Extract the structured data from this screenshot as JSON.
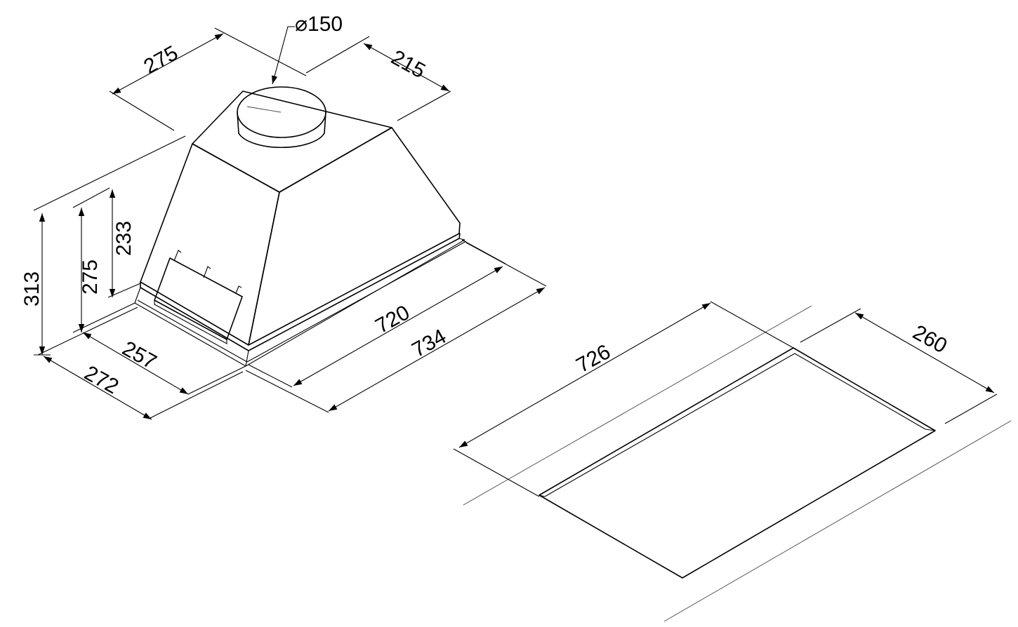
{
  "dimensions": {
    "duct_diameter": "⌀150",
    "top_length": "275",
    "top_depth": "215",
    "height_overall": "313",
    "height_body": "275",
    "height_front": "233",
    "depth_inner": "257",
    "depth_outer": "272",
    "width_inner": "720",
    "width_outer": "734",
    "cutout_width": "726",
    "cutout_depth": "260"
  },
  "colors": {
    "line": "#000000",
    "background": "#ffffff"
  }
}
